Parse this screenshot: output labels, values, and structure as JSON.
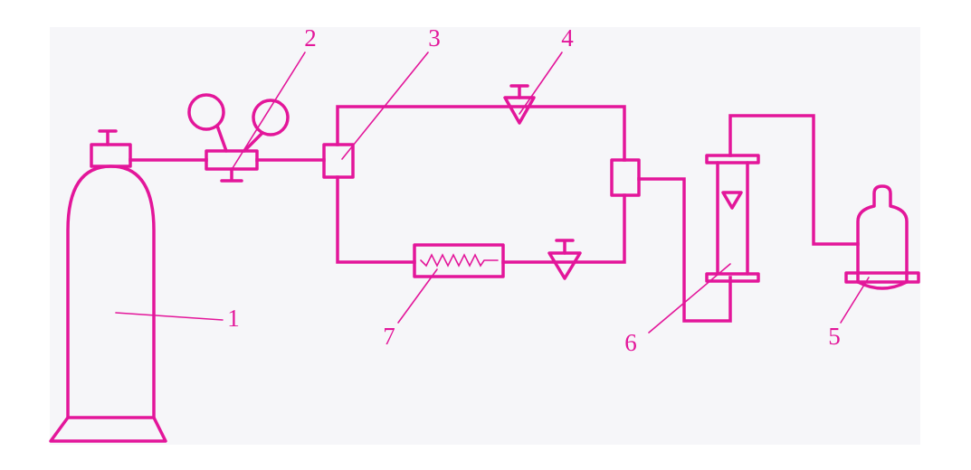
{
  "colors": {
    "background": "#f6f6f9",
    "line": "#e3169a",
    "label": "#e3169a"
  },
  "components": [
    {
      "id": "1",
      "label": "1",
      "icon": "gas-cylinder"
    },
    {
      "id": "2",
      "label": "2",
      "icon": "pressure-regulator-with-gauges"
    },
    {
      "id": "3",
      "label": "3",
      "icon": "flow-splitter-junction"
    },
    {
      "id": "4",
      "label": "4",
      "icon": "needle-valve"
    },
    {
      "id": "5",
      "label": "5",
      "icon": "collection-bottle"
    },
    {
      "id": "6",
      "label": "6",
      "icon": "rotameter-flowmeter"
    },
    {
      "id": "7",
      "label": "7",
      "icon": "heater-coil"
    }
  ]
}
